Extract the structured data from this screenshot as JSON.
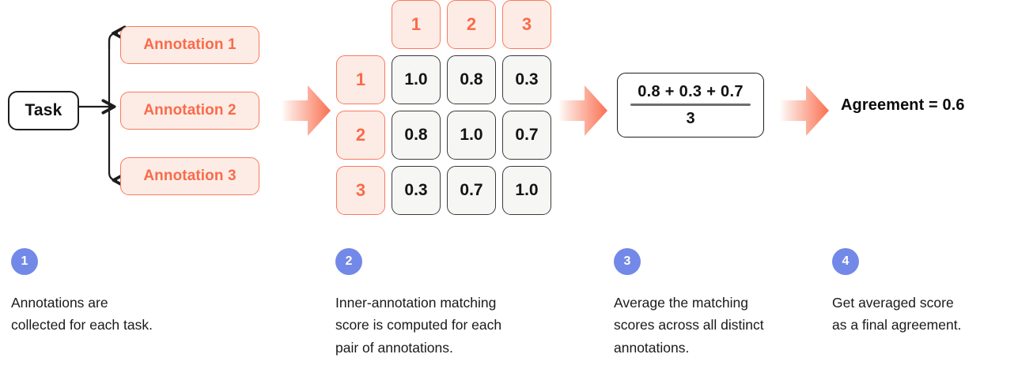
{
  "colors": {
    "coral": "#f96b4a",
    "coral_border": "#f97a5e",
    "coral_fill": "#fdece6",
    "ink": "#111111",
    "cell_fill": "#f6f6f4",
    "cell_border": "#3b3b3b",
    "step_blue": "#7289e8",
    "background": "#ffffff"
  },
  "flow": {
    "task": {
      "label": "Task"
    },
    "annotations": [
      {
        "label": "Annotation 1"
      },
      {
        "label": "Annotation 2"
      },
      {
        "label": "Annotation 3"
      }
    ],
    "arrows": [
      {
        "name": "arrow-task-to-matrix"
      },
      {
        "name": "arrow-matrix-to-formula"
      },
      {
        "name": "arrow-formula-to-result"
      }
    ],
    "matrix": {
      "column_headers": [
        "1",
        "2",
        "3"
      ],
      "row_headers": [
        "1",
        "2",
        "3"
      ],
      "rows": [
        [
          "1.0",
          "0.8",
          "0.3"
        ],
        [
          "0.8",
          "1.0",
          "0.7"
        ],
        [
          "0.3",
          "0.7",
          "1.0"
        ]
      ]
    },
    "formula": {
      "numerator": "0.8 + 0.3 + 0.7",
      "denominator": "3"
    },
    "result": {
      "text": "Agreement = 0.6"
    }
  },
  "steps": [
    {
      "number": "1",
      "text": "Annotations are\ncollected for each task."
    },
    {
      "number": "2",
      "text": "Inner-annotation matching\nscore is computed for each\npair of annotations."
    },
    {
      "number": "3",
      "text": "Average the matching\nscores across all distinct\nannotations."
    },
    {
      "number": "4",
      "text": "Get averaged score\nas a final agreement."
    }
  ]
}
